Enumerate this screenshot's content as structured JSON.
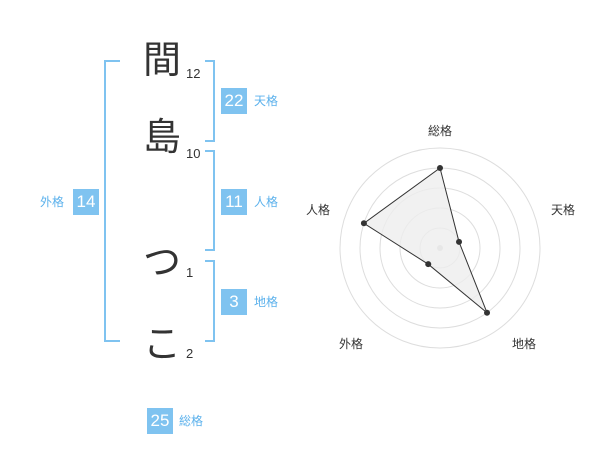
{
  "name_chars": [
    {
      "char": "間",
      "strokes": "12"
    },
    {
      "char": "島",
      "strokes": "10"
    },
    {
      "char": "つ",
      "strokes": "1"
    },
    {
      "char": "こ",
      "strokes": "2"
    }
  ],
  "kakusu": {
    "tenkaku": {
      "value": "22",
      "label": "天格"
    },
    "jinkaku": {
      "value": "11",
      "label": "人格"
    },
    "chikaku": {
      "value": "3",
      "label": "地格"
    },
    "gaikaku": {
      "value": "14",
      "label": "外格"
    },
    "soukaku": {
      "value": "25",
      "label": "総格"
    }
  },
  "radar": {
    "axes": [
      "総格",
      "天格",
      "地格",
      "外格",
      "人格"
    ],
    "levels": 5,
    "values": [
      0.8,
      0.2,
      0.8,
      0.2,
      0.8
    ],
    "colors": {
      "grid": "#dddddd",
      "fill": "#eeeeee",
      "line": "#333333",
      "point": "#333333",
      "center": "#cccccc"
    }
  },
  "colors": {
    "accent": "#7fc3f0",
    "accent_text": "#5bb1ec"
  }
}
